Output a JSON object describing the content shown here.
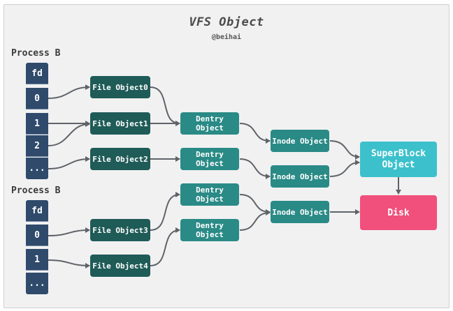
{
  "header": {
    "title": "VFS Object",
    "subtitle": "@beihai"
  },
  "process_a": {
    "label": "Process B",
    "fd": [
      "fd",
      "0",
      "1",
      "2",
      "..."
    ]
  },
  "process_b": {
    "label": "Process B",
    "fd": [
      "fd",
      "0",
      "1",
      "..."
    ]
  },
  "files": [
    "File Object0",
    "File Object1",
    "File Object2",
    "File Object3",
    "File Object4"
  ],
  "dentries": [
    "Dentry Object",
    "Dentry Object",
    "Dentry Object",
    "Dentry Object"
  ],
  "inodes": [
    "Inode Object",
    "Inode Object",
    "Inode Object"
  ],
  "superblock": "SuperBlock\nObject",
  "disk": "Disk",
  "colors": {
    "fd": "#2f4a6b",
    "file": "#1f5b57",
    "dentry": "#2a8a86",
    "inode": "#2a8a86",
    "superblock": "#3cc1cc",
    "disk": "#f0507b",
    "edge": "#5f6368"
  }
}
